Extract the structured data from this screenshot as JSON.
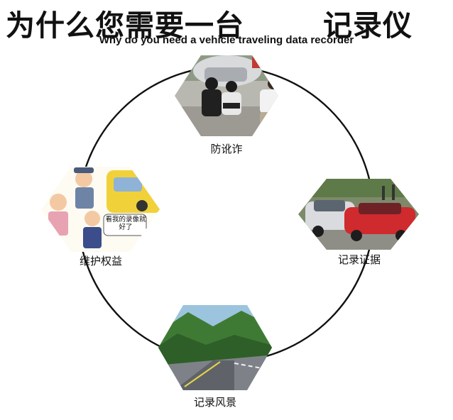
{
  "title": {
    "cn_left": "为什么您需要一台",
    "cn_right": "记录仪",
    "en": "Why do you need a vehicle traveling data recorder"
  },
  "nodes": [
    {
      "id": "fraud",
      "label": "防讹诈",
      "image": "roadside-accident-people-photo"
    },
    {
      "id": "record-evidence",
      "label": "记录证据",
      "image": "car-collision-photo"
    },
    {
      "id": "scenery",
      "label": "记录风景",
      "image": "mountain-road-photo"
    },
    {
      "id": "rights",
      "label": "维护权益",
      "image": "cartoon-traffic-dispute",
      "bubble": "看我的录像就好了"
    }
  ],
  "colors": {
    "circle": "#111111",
    "text": "#111111"
  }
}
